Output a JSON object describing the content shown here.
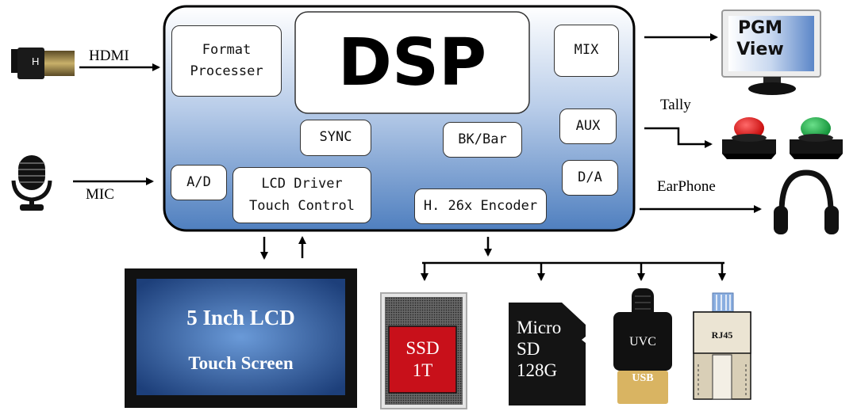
{
  "dsp": {
    "title": "DSP",
    "format_processer": [
      "Format",
      "Processer"
    ],
    "mix": "MIX",
    "sync": "SYNC",
    "bk_bar": "BK/Bar",
    "aux": "AUX",
    "ad": "A/D",
    "da": "D/A",
    "lcd_driver": [
      "LCD Driver",
      "Touch Control"
    ],
    "encoder": "H. 26x Encoder"
  },
  "inputs": {
    "hdmi_label": "HDMI",
    "hdmi_plug_letter": "H",
    "mic_label": "MIC"
  },
  "outputs": {
    "pgm": [
      "PGM",
      "View"
    ],
    "tally_label": "Tally",
    "earphone_label": "EarPhone"
  },
  "lcd": {
    "line1": "5 Inch LCD",
    "line2": "Touch Screen"
  },
  "storage": {
    "ssd": [
      "SSD",
      "1T"
    ],
    "microsd": [
      "Micro",
      "SD",
      "128G"
    ],
    "uvc": "UVC",
    "usb": "USB",
    "rj45": "RJ45"
  },
  "colors": {
    "dsp_gradient_top": "#ffffff",
    "dsp_gradient_bottom": "#4f7fbf",
    "lcd_screen_center": "#5b8fd0",
    "lcd_screen_edge": "#1d3f7a",
    "ssd_red": "#c8101a",
    "tally_red": "#e0141a",
    "tally_green": "#18a840"
  }
}
